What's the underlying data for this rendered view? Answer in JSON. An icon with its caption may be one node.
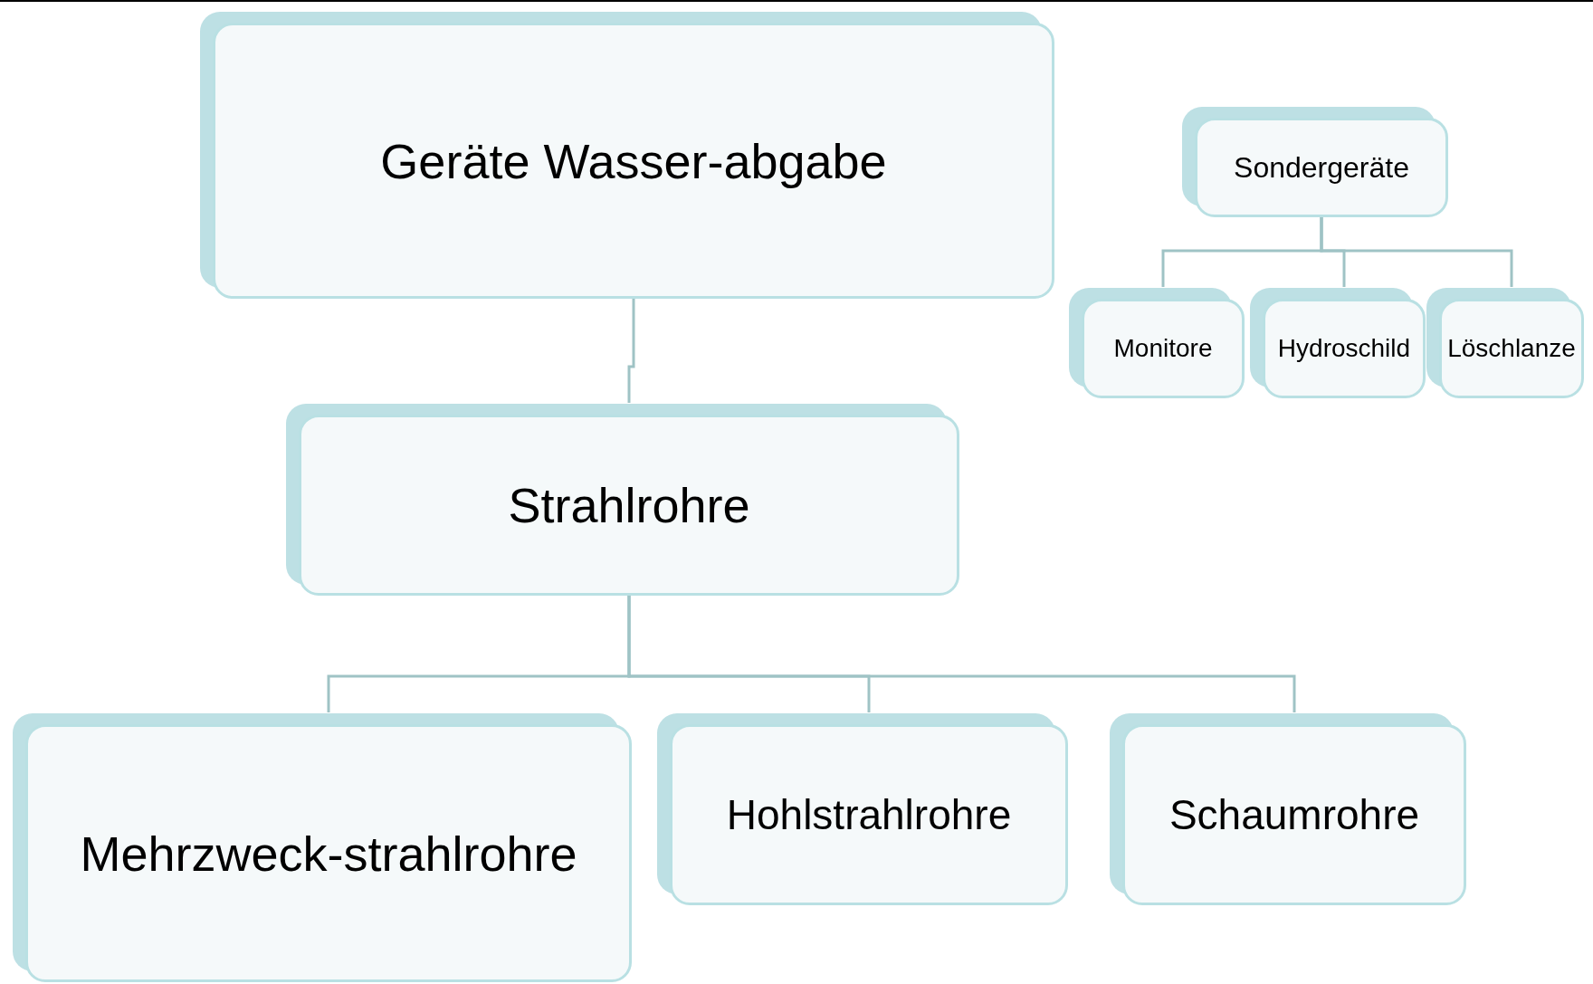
{
  "diagram": {
    "nodes": [
      {
        "text": [
          "Geräte Wasser-abgabe"
        ]
      },
      {
        "text": [
          "Strahlrohre"
        ]
      },
      {
        "text": [
          "Mehrzweck-strahlrohre"
        ]
      },
      {
        "text": [
          "Hohlstrahlrohre"
        ]
      },
      {
        "text": [
          "Schaumrohre"
        ]
      },
      {
        "text": [
          "Sondergeräte"
        ]
      },
      {
        "text": [
          "Monitore"
        ]
      },
      {
        "text": [
          "Hydroschild"
        ]
      },
      {
        "text": [
          "Löschlanze"
        ]
      }
    ],
    "edges": [
      {
        "from": 0,
        "to": 1,
        "arrow": "none"
      },
      {
        "from": 1,
        "to": 2,
        "arrow": "none"
      },
      {
        "from": 1,
        "to": 3,
        "arrow": "none"
      },
      {
        "from": 1,
        "to": 4,
        "arrow": "none"
      },
      {
        "from": 5,
        "to": 6,
        "arrow": "none"
      },
      {
        "from": 5,
        "to": 7,
        "arrow": "none"
      },
      {
        "from": 5,
        "to": 8,
        "arrow": "none"
      }
    ]
  }
}
